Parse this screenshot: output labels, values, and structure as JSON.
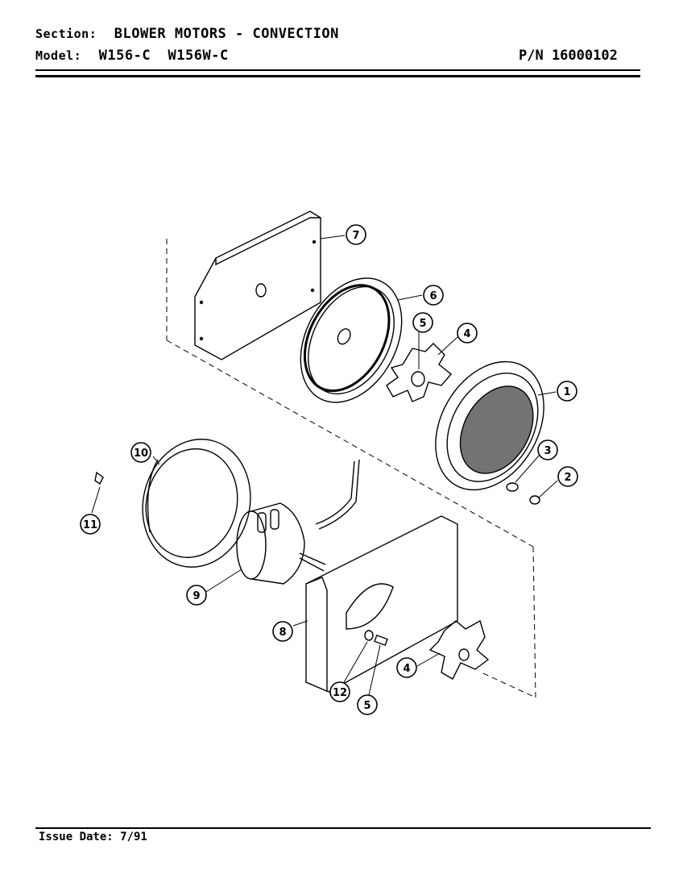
{
  "header": {
    "section_label": "Section:",
    "section_value": "BLOWER MOTORS - CONVECTION",
    "model_label": "Model:",
    "model_value": "W156-C  W156W-C",
    "part_number": "P/N 16000102"
  },
  "footer": {
    "issue_date": "Issue Date: 7/91"
  },
  "callouts": [
    {
      "id": "c1",
      "number": "1"
    },
    {
      "id": "c2",
      "number": "2"
    },
    {
      "id": "c3",
      "number": "3"
    },
    {
      "id": "c4a",
      "number": "4"
    },
    {
      "id": "c4b",
      "number": "4"
    },
    {
      "id": "c5a",
      "number": "5"
    },
    {
      "id": "c5b",
      "number": "5"
    },
    {
      "id": "c6",
      "number": "6"
    },
    {
      "id": "c7",
      "number": "7"
    },
    {
      "id": "c8",
      "number": "8"
    },
    {
      "id": "c9",
      "number": "9"
    },
    {
      "id": "c10",
      "number": "10"
    },
    {
      "id": "c11",
      "number": "11"
    },
    {
      "id": "c12",
      "number": "12"
    }
  ]
}
